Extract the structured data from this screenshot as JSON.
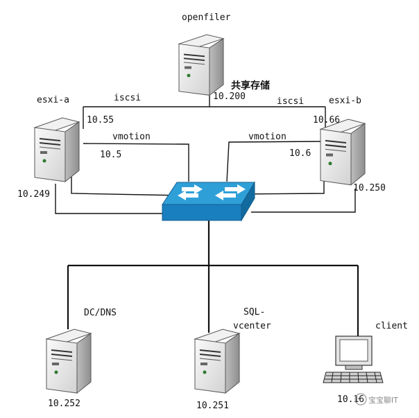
{
  "nodes": {
    "openfiler": {
      "name": "openfiler",
      "note": "共享存储",
      "ip": "10.200"
    },
    "esxi_a": {
      "name": "esxi-a",
      "ip_iscsi": "10.55",
      "ip_vmotion": "10.5",
      "ip_mgmt": "10.249"
    },
    "esxi_b": {
      "name": "esxi-b",
      "ip_iscsi": "10.66",
      "ip_vmotion": "10.6",
      "ip_mgmt": "10.250"
    },
    "dc_dns": {
      "name": "DC/DNS",
      "ip": "10.252"
    },
    "sql_vcenter": {
      "name_line1": "SQL-",
      "name_line2": "vcenter",
      "ip": "10.251"
    },
    "client": {
      "name": "client",
      "ip": "10.16"
    }
  },
  "links": {
    "iscsi_left": "iscsi",
    "iscsi_right": "iscsi",
    "vmotion_left": "vmotion",
    "vmotion_right": "vmotion"
  },
  "watermark": "宝宝聊IT",
  "colors": {
    "switch_top": "#2f9fd8",
    "switch_side": "#1a7fbf",
    "server_body": "#ebebeb",
    "server_dark": "#8c8c8c"
  }
}
